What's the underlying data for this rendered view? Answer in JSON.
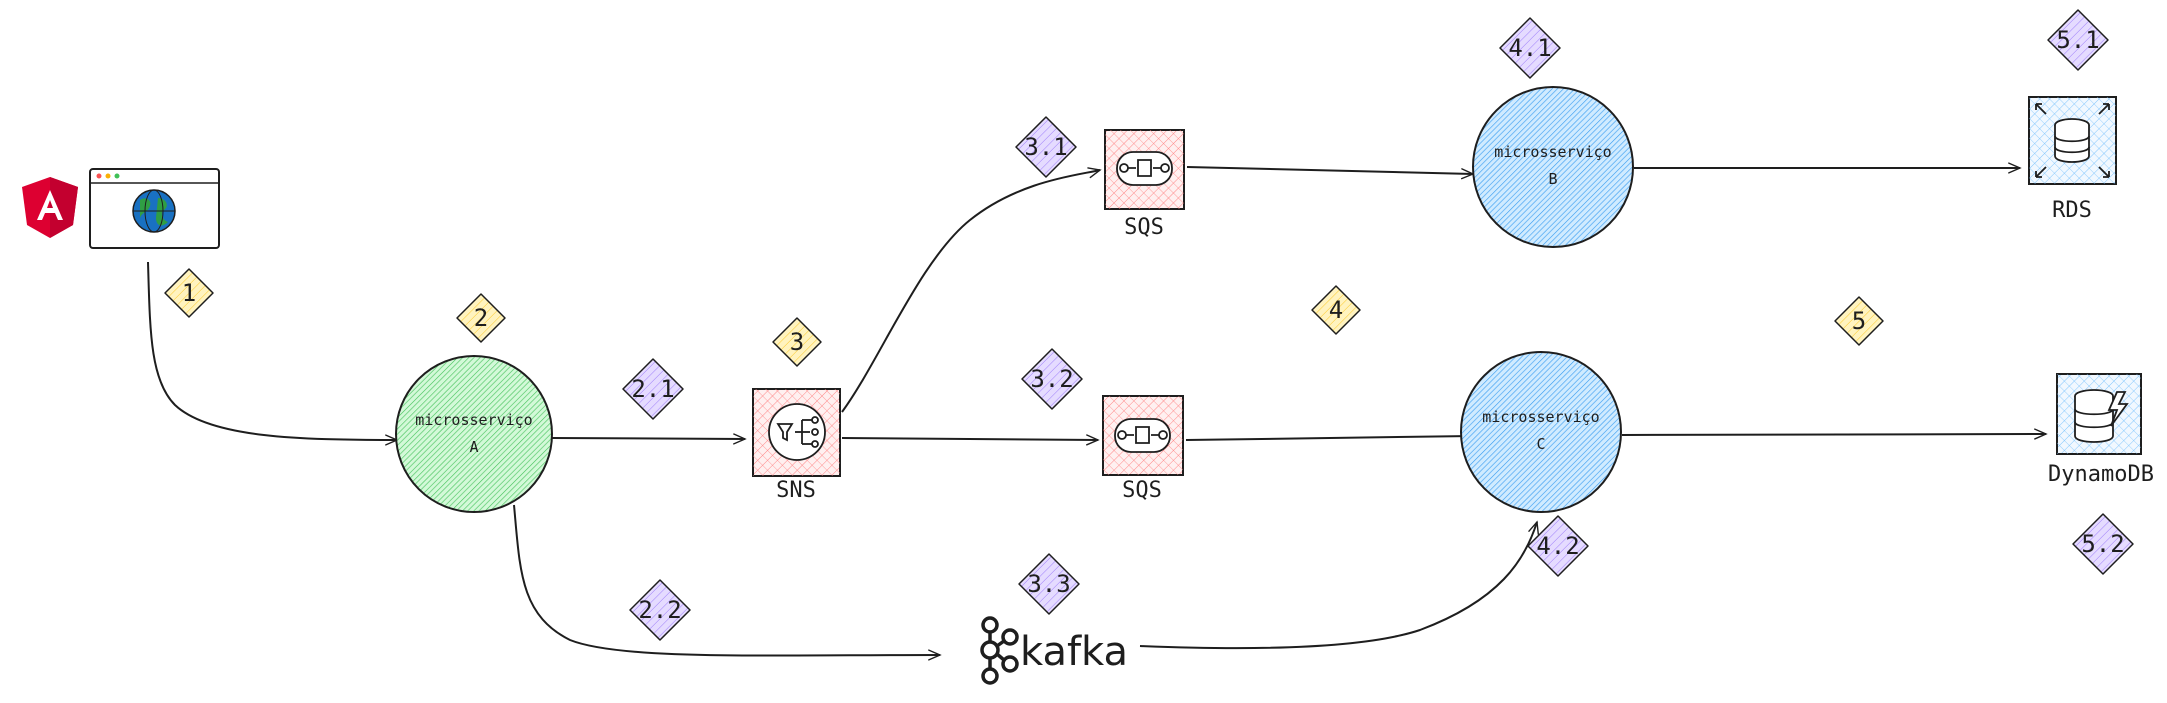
{
  "diagram": {
    "badges": [
      {
        "id": "b1",
        "text": "1",
        "color": "#ffec99"
      },
      {
        "id": "b2",
        "text": "2",
        "color": "#ffec99"
      },
      {
        "id": "b21",
        "text": "2.1",
        "color": "#d0bfff"
      },
      {
        "id": "b22",
        "text": "2.2",
        "color": "#d0bfff"
      },
      {
        "id": "b3",
        "text": "3",
        "color": "#ffec99"
      },
      {
        "id": "b31",
        "text": "3.1",
        "color": "#d0bfff"
      },
      {
        "id": "b32",
        "text": "3.2",
        "color": "#d0bfff"
      },
      {
        "id": "b33",
        "text": "3.3",
        "color": "#d0bfff"
      },
      {
        "id": "b4",
        "text": "4",
        "color": "#ffec99"
      },
      {
        "id": "b41",
        "text": "4.1",
        "color": "#d0bfff"
      },
      {
        "id": "b42",
        "text": "4.2",
        "color": "#d0bfff"
      },
      {
        "id": "b5",
        "text": "5",
        "color": "#ffec99"
      },
      {
        "id": "b51",
        "text": "5.1",
        "color": "#d0bfff"
      },
      {
        "id": "b52",
        "text": "5.2",
        "color": "#d0bfff"
      }
    ],
    "nodes": {
      "ms_a": {
        "line1": "microsserviço",
        "line2": "A",
        "color": "#b2f2bb"
      },
      "ms_b": {
        "line1": "microsserviço",
        "line2": "B",
        "color": "#a5d8ff"
      },
      "ms_c": {
        "line1": "microsserviço",
        "line2": "C",
        "color": "#a5d8ff"
      },
      "sns": {
        "caption": "SNS",
        "color": "#ffc9c9"
      },
      "sqs1": {
        "caption": "SQS",
        "color": "#ffc9c9"
      },
      "sqs2": {
        "caption": "SQS",
        "color": "#ffc9c9"
      },
      "rds": {
        "caption": "RDS",
        "color": "#d0ebff"
      },
      "dynamodb": {
        "caption": "DynamoDB",
        "color": "#d0ebff"
      },
      "kafka": {
        "caption": "kafka"
      }
    },
    "icons": {
      "angular": "angular-logo-icon",
      "browser": "browser-globe-icon",
      "sns": "sns-fanout-icon",
      "sqs": "sqs-queue-icon",
      "rds": "rds-database-icon",
      "dynamodb": "dynamodb-table-icon",
      "kafka": "kafka-logo-icon"
    },
    "colors": {
      "angular": "#dd0031",
      "ink": "#1e1e1e",
      "globe": "#1971c2",
      "globe_land": "#2f9e44"
    }
  }
}
